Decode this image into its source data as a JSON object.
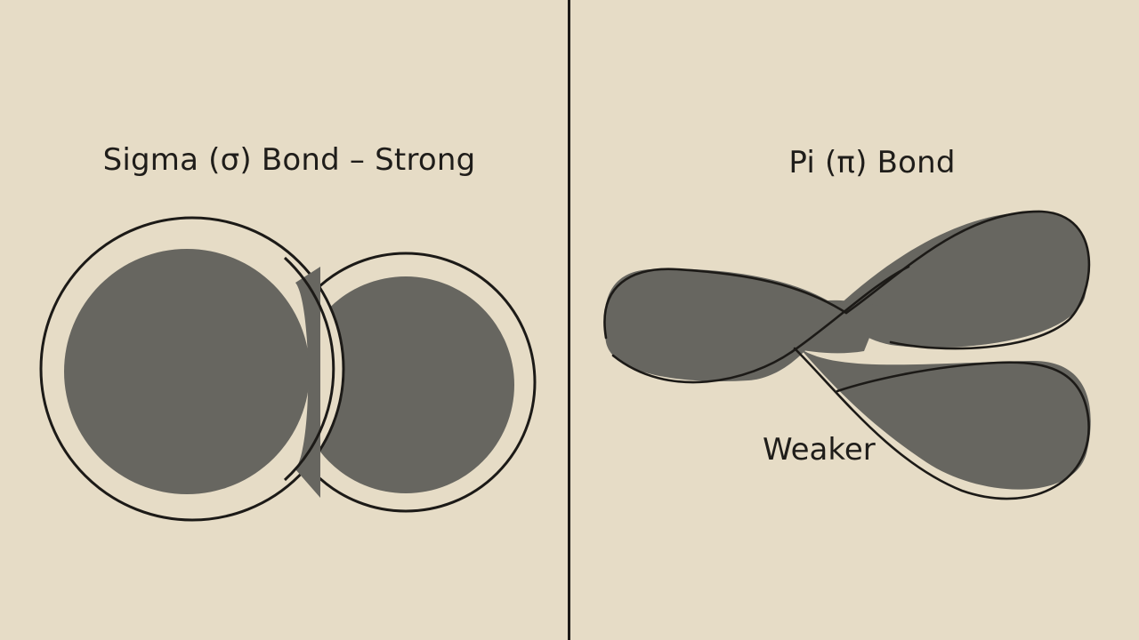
{
  "panels": {
    "sigma": {
      "title": "Sigma (σ) Bond – Strong"
    },
    "pi": {
      "title": "Pi (π) Bond",
      "label": "Weaker"
    }
  },
  "colors": {
    "background": "#e6dcc6",
    "lobe_fill": "#676660",
    "outline": "#1c1a17",
    "text": "#1f1d1a"
  }
}
